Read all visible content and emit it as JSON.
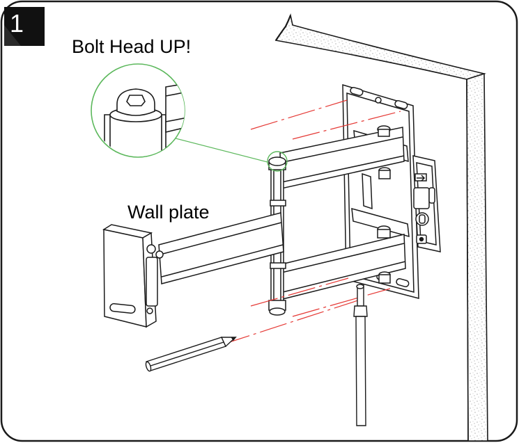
{
  "step": {
    "number": "1"
  },
  "callouts": {
    "bolt_head": "Bolt Head UP!",
    "wall_plate": "Wall plate"
  },
  "colors": {
    "line": "#1a1a1a",
    "magnifier_circle": "#5cb85c",
    "marking_line": "#e53935",
    "step_badge": "#111111"
  },
  "icons": [
    "magnifier-circle",
    "pencil-icon",
    "screwdriver-icon",
    "level-icon"
  ]
}
